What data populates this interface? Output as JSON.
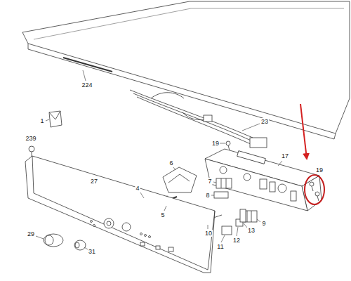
{
  "diagram": {
    "labels": [
      "224",
      "1",
      "23",
      "239",
      "19",
      "17",
      "6",
      "7",
      "27",
      "4",
      "8",
      "5",
      "9",
      "10",
      "13",
      "11",
      "12",
      "29",
      "31",
      "19"
    ]
  }
}
